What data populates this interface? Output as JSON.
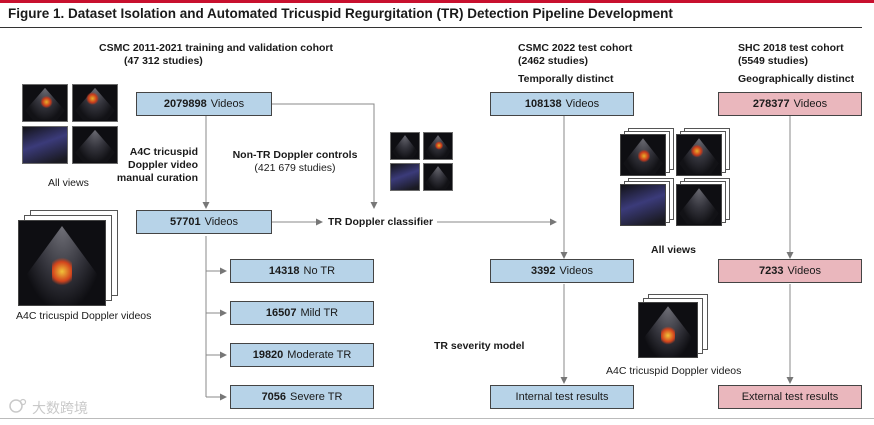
{
  "figure": {
    "title": "Figure 1. Dataset Isolation and Automated Tricuspid Regurgitation (TR) Detection Pipeline Development",
    "accent_color": "#c8102e"
  },
  "train_cohort": {
    "heading": "CSMC 2011-2021 training and validation cohort",
    "subheading": "(47 312 studies)",
    "all_views_label": "All views",
    "curation_label": [
      "A4C tricuspid",
      "Doppler video",
      "manual curation"
    ],
    "a4c_label": "A4C tricuspid Doppler videos",
    "controls_label": [
      "Non-TR Doppler controls",
      "(421 679 studies)"
    ],
    "classifier_label": "TR Doppler classifier",
    "severity_model_label": "TR severity model",
    "all_videos": {
      "count": "2079898",
      "unit": "Videos"
    },
    "curated_videos": {
      "count": "57701",
      "unit": "Videos"
    },
    "severity_boxes": [
      {
        "count": "14318",
        "label": "No TR"
      },
      {
        "count": "16507",
        "label": "Mild TR"
      },
      {
        "count": "19820",
        "label": "Moderate TR"
      },
      {
        "count": "7056",
        "label": "Severe TR"
      }
    ]
  },
  "internal_test": {
    "heading": "CSMC 2022 test cohort",
    "subheading": "(2462 studies)",
    "note": "Temporally distinct",
    "all_videos": {
      "count": "108138",
      "unit": "Videos"
    },
    "tr_videos": {
      "count": "3392",
      "unit": "Videos"
    },
    "result": "Internal test results",
    "box_color": "#b7d3e8"
  },
  "external_test": {
    "heading": "SHC 2018 test cohort",
    "subheading": "(5549 studies)",
    "note": "Geographically distinct",
    "all_videos": {
      "count": "278377",
      "unit": "Videos"
    },
    "tr_videos": {
      "count": "7233",
      "unit": "Videos"
    },
    "result": "External test results",
    "box_color": "#eab7bd"
  },
  "test_images": {
    "all_views_label": "All views",
    "a4c_label": "A4C tricuspid Doppler videos"
  },
  "watermark": "大数跨境"
}
